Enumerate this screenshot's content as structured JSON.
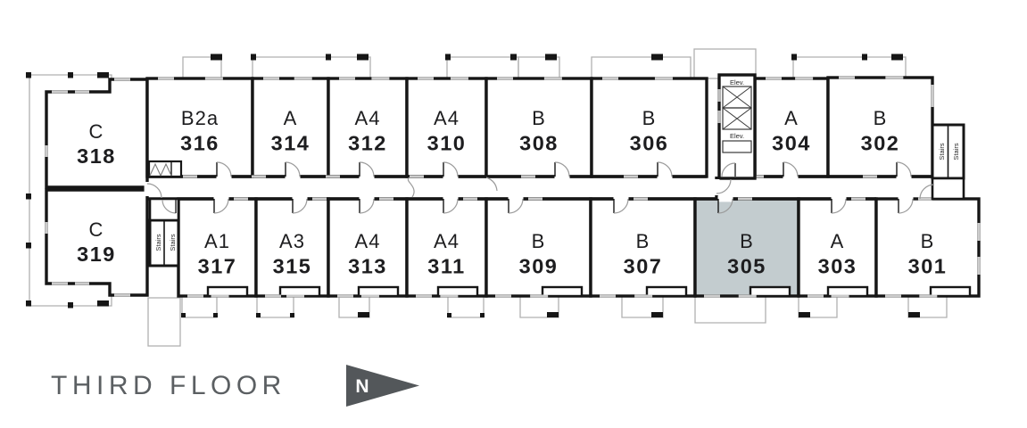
{
  "title": "THIRD FLOOR",
  "compass": {
    "label": "N"
  },
  "legend_labels": {
    "elevator": "Elev.",
    "stairs": "Stairs"
  },
  "highlighted_unit": {
    "type": "B",
    "number": "305"
  },
  "floor": {
    "top_row": [
      {
        "type": "C",
        "number": "318"
      },
      {
        "type": "B2a",
        "number": "316"
      },
      {
        "type": "A",
        "number": "314"
      },
      {
        "type": "A4",
        "number": "312"
      },
      {
        "type": "A4",
        "number": "310"
      },
      {
        "type": "B",
        "number": "308"
      },
      {
        "type": "B",
        "number": "306"
      },
      {
        "type": "A",
        "number": "304"
      },
      {
        "type": "B",
        "number": "302"
      }
    ],
    "bottom_row": [
      {
        "type": "C",
        "number": "319"
      },
      {
        "type": "A1",
        "number": "317"
      },
      {
        "type": "A3",
        "number": "315"
      },
      {
        "type": "A4",
        "number": "313"
      },
      {
        "type": "A4",
        "number": "311"
      },
      {
        "type": "B",
        "number": "309"
      },
      {
        "type": "B",
        "number": "307"
      },
      {
        "type": "B",
        "number": "305",
        "highlighted": true
      },
      {
        "type": "A",
        "number": "303"
      },
      {
        "type": "B",
        "number": "301"
      }
    ]
  },
  "colors": {
    "highlight": "#c3cccf",
    "wall": "#161616",
    "balcony_rail": "#b0b0b0",
    "window": "#cccccc",
    "door_arc": "#9b9b9b",
    "title_text": "#5b5f62",
    "compass_fill": "#53575a",
    "unit_text": "#1d1d1f"
  }
}
